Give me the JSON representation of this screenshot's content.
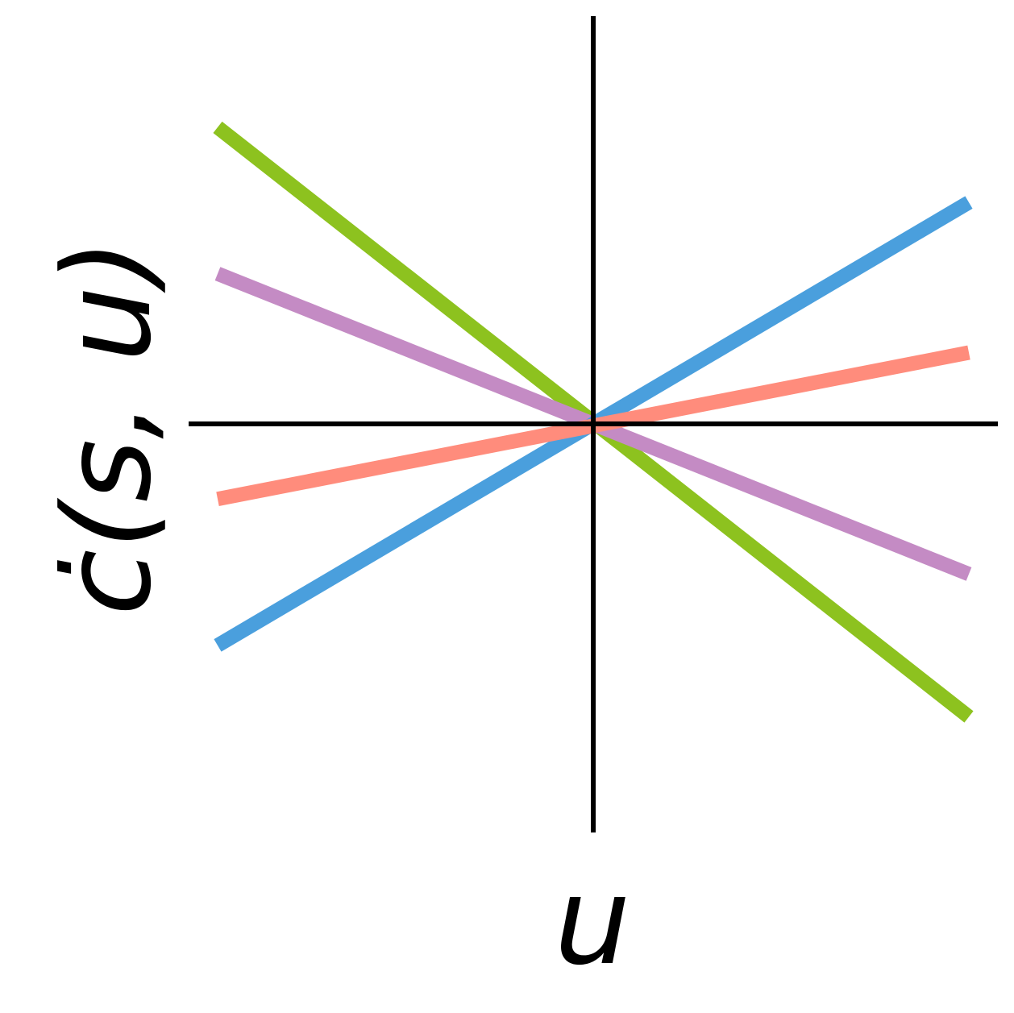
{
  "chart_data": {
    "type": "line",
    "title": "",
    "xlabel": "u",
    "ylabel": "ċ(s, u)",
    "xlim": [
      -1,
      1
    ],
    "ylim": [
      -1.08,
      1.08
    ],
    "grid": false,
    "legend": "none",
    "x": [
      -1,
      1
    ],
    "series": [
      {
        "color": "#8DC21F",
        "values": [
          0.79,
          -0.78
        ]
      },
      {
        "color": "#C48BC4",
        "values": [
          0.4,
          -0.4
        ]
      },
      {
        "color": "#4A9FDD",
        "values": [
          -0.59,
          0.59
        ]
      },
      {
        "color": "#FF8C7C",
        "values": [
          -0.2,
          0.19
        ]
      }
    ]
  }
}
